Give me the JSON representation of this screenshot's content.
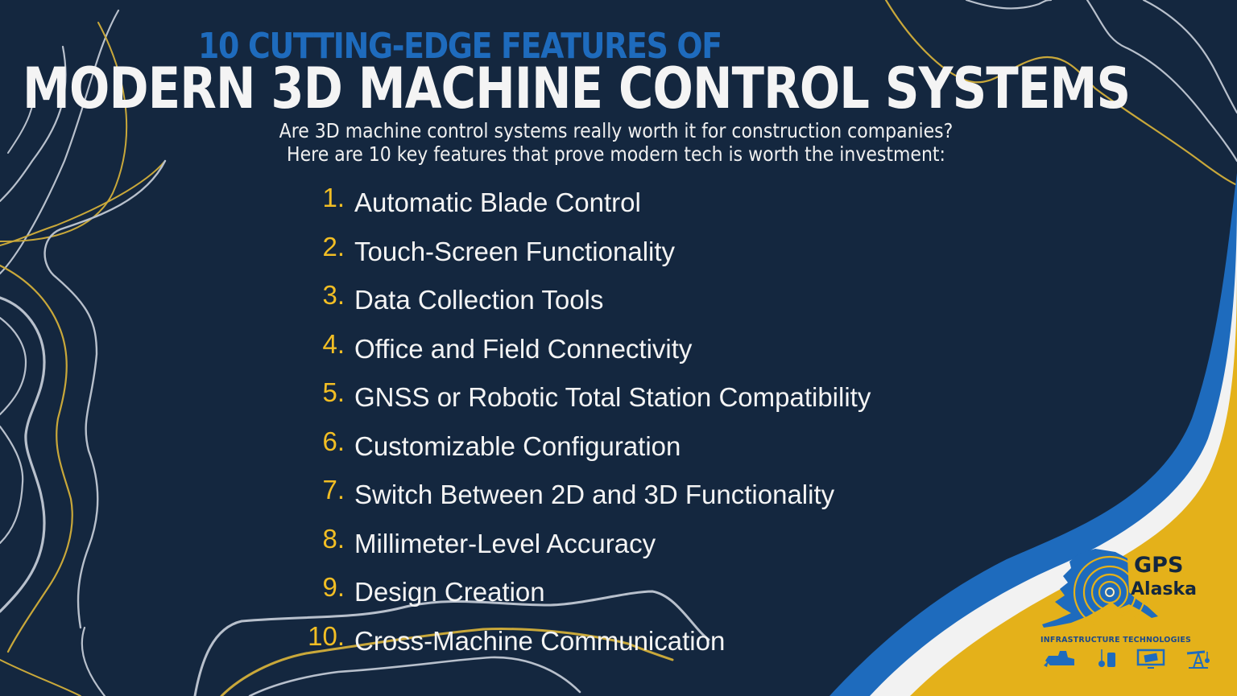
{
  "header": {
    "eyebrow": "10 CUTTING-EDGE FEATURES OF",
    "title": "MODERN 3D MACHINE CONTROL SYSTEMS",
    "subtitle_line1": "Are 3D machine control systems really worth it for construction companies?",
    "subtitle_line2": "Here are 10 key features that prove modern tech is worth the investment:"
  },
  "features": [
    {
      "num": "1.",
      "label": "Automatic Blade Control"
    },
    {
      "num": "2.",
      "label": "Touch-Screen Functionality"
    },
    {
      "num": "3.",
      "label": "Data Collection Tools"
    },
    {
      "num": "4.",
      "label": "Office and Field Connectivity"
    },
    {
      "num": "5.",
      "label": "GNSS or Robotic Total Station Compatibility"
    },
    {
      "num": "6.",
      "label": "Customizable Configuration"
    },
    {
      "num": "7.",
      "label": "Switch Between 2D and 3D Functionality"
    },
    {
      "num": "8.",
      "label": "Millimeter-Level Accuracy"
    },
    {
      "num": "9.",
      "label": "Design Creation"
    },
    {
      "num": "10.",
      "label": "Cross-Machine Communication"
    }
  ],
  "logo": {
    "line1": "GPS",
    "line2": "Alaska",
    "tagline": "INFRASTRUCTURE TECHNOLOGIES",
    "icons": [
      "bulldozer-icon",
      "total-station-icon",
      "monitor-icon",
      "oil-pump-jack-icon"
    ]
  },
  "colors": {
    "background": "#14273f",
    "accent_blue": "#1e6bbd",
    "accent_gold": "#f2be24",
    "corner_yellow": "#e4b11a",
    "text": "#f4f4f4"
  }
}
